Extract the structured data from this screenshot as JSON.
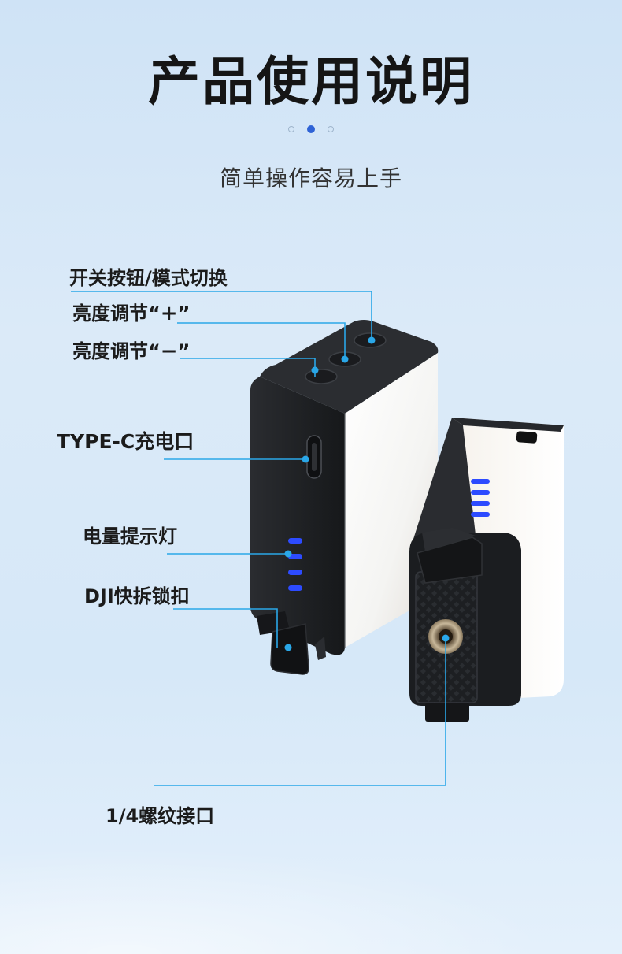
{
  "title": "产品使用说明",
  "subtitle": "简单操作容易上手",
  "pagination": {
    "total": 3,
    "active_index": 1
  },
  "labels": {
    "mode_button": "开关按钮/模式切换",
    "brightness_up_prefix": "亮度调节“",
    "brightness_up_symbol": "+",
    "brightness_up_suffix": "”",
    "brightness_down_prefix": "亮度调节“",
    "brightness_down_symbol": "−",
    "brightness_down_suffix": "”",
    "type_c": "TYPE-C充电口",
    "battery_indicator": "电量提示灯",
    "dji_mount": "DJI快拆锁扣",
    "quarter_inch": "1/4螺纹接口"
  },
  "colors": {
    "accent": "#2aa7e8",
    "led": "#2d4bff",
    "device_body": "#1e2023"
  }
}
